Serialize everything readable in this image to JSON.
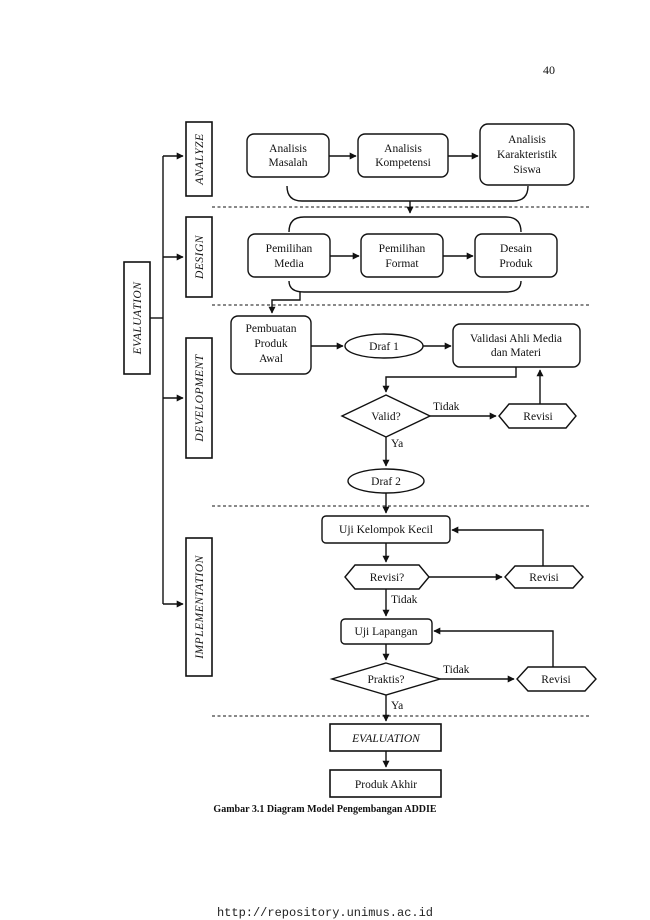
{
  "page": {
    "page_number": "40",
    "caption": "Gambar 3.1 Diagram Model Pengembangan ADDIE",
    "footer_url": "http://repository.unimus.ac.id"
  },
  "phases": {
    "evaluation": "EVALUATION",
    "analyze": "ANALYZE",
    "design": "DESIGN",
    "development": "DEVELOPMENT",
    "implementation": "IMPLEMENTATION"
  },
  "analyze": {
    "step1": [
      "Analisis",
      "Masalah"
    ],
    "step2": [
      "Analisis",
      "Kompetensi"
    ],
    "step3": [
      "Analisis",
      "Karakteristik",
      "Siswa"
    ]
  },
  "design": {
    "step1": [
      "Pemilihan",
      "Media"
    ],
    "step2": [
      "Pemilihan",
      "Format"
    ],
    "step3": [
      "Desain",
      "Produk"
    ]
  },
  "development": {
    "initial": [
      "Pembuatan",
      "Produk",
      "Awal"
    ],
    "draft1": "Draf 1",
    "validation": [
      "Validasi Ahli Media",
      "dan Materi"
    ],
    "decision": "Valid?",
    "no": "Tidak",
    "yes": "Ya",
    "revise": "Revisi",
    "draft2": "Draf 2"
  },
  "implementation": {
    "small_group": "Uji Kelompok Kecil",
    "revise_q": "Revisi?",
    "revise": "Revisi",
    "no_1": "Tidak",
    "field": "Uji Lapangan",
    "practical_q": "Praktis?",
    "no_2": "Tidak",
    "revise_2": "Revisi",
    "yes": "Ya"
  },
  "final": {
    "evaluation": "EVALUATION",
    "product": "Produk Akhir"
  }
}
